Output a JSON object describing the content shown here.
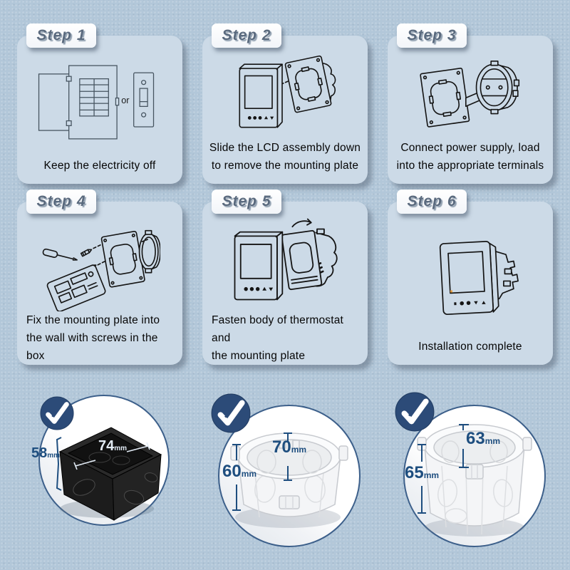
{
  "colors": {
    "page_background": "#b2c7d9",
    "card_background": "#ccdae7",
    "badge_text": "#5a6a7e",
    "navy_accent": "#2c4b78",
    "dimension_text": "#1e4e7f",
    "circle_ring": "#3c5f8a",
    "caption_text": "#060606"
  },
  "steps": [
    {
      "label": "Step 1",
      "or_label": "or",
      "lines": [
        "Keep the electricity off"
      ]
    },
    {
      "label": "Step 2",
      "lines": [
        "Slide the LCD assembly down",
        "to remove the mounting plate"
      ]
    },
    {
      "label": "Step 3",
      "lines": [
        "Connect power supply, load",
        "into the appropriate terminals"
      ]
    },
    {
      "label": "Step 4",
      "lines": [
        "Fix the mounting plate into",
        "the wall with screws in the box"
      ]
    },
    {
      "label": "Step 5",
      "lines": [
        "Fasten body of thermostat and",
        "the mounting plate"
      ]
    },
    {
      "label": "Step 6",
      "lines": [
        "Installation complete"
      ]
    }
  ],
  "products": [
    {
      "name": "black square wall box",
      "width_value": "74",
      "width_unit": "mm",
      "height_value": "58",
      "height_unit": "mm"
    },
    {
      "name": "white round wall box short",
      "width_value": "70",
      "width_unit": "mm",
      "height_value": "60",
      "height_unit": "mm"
    },
    {
      "name": "white round wall box tall",
      "width_value": "63",
      "width_unit": "mm",
      "height_value": "65",
      "height_unit": "mm"
    }
  ]
}
